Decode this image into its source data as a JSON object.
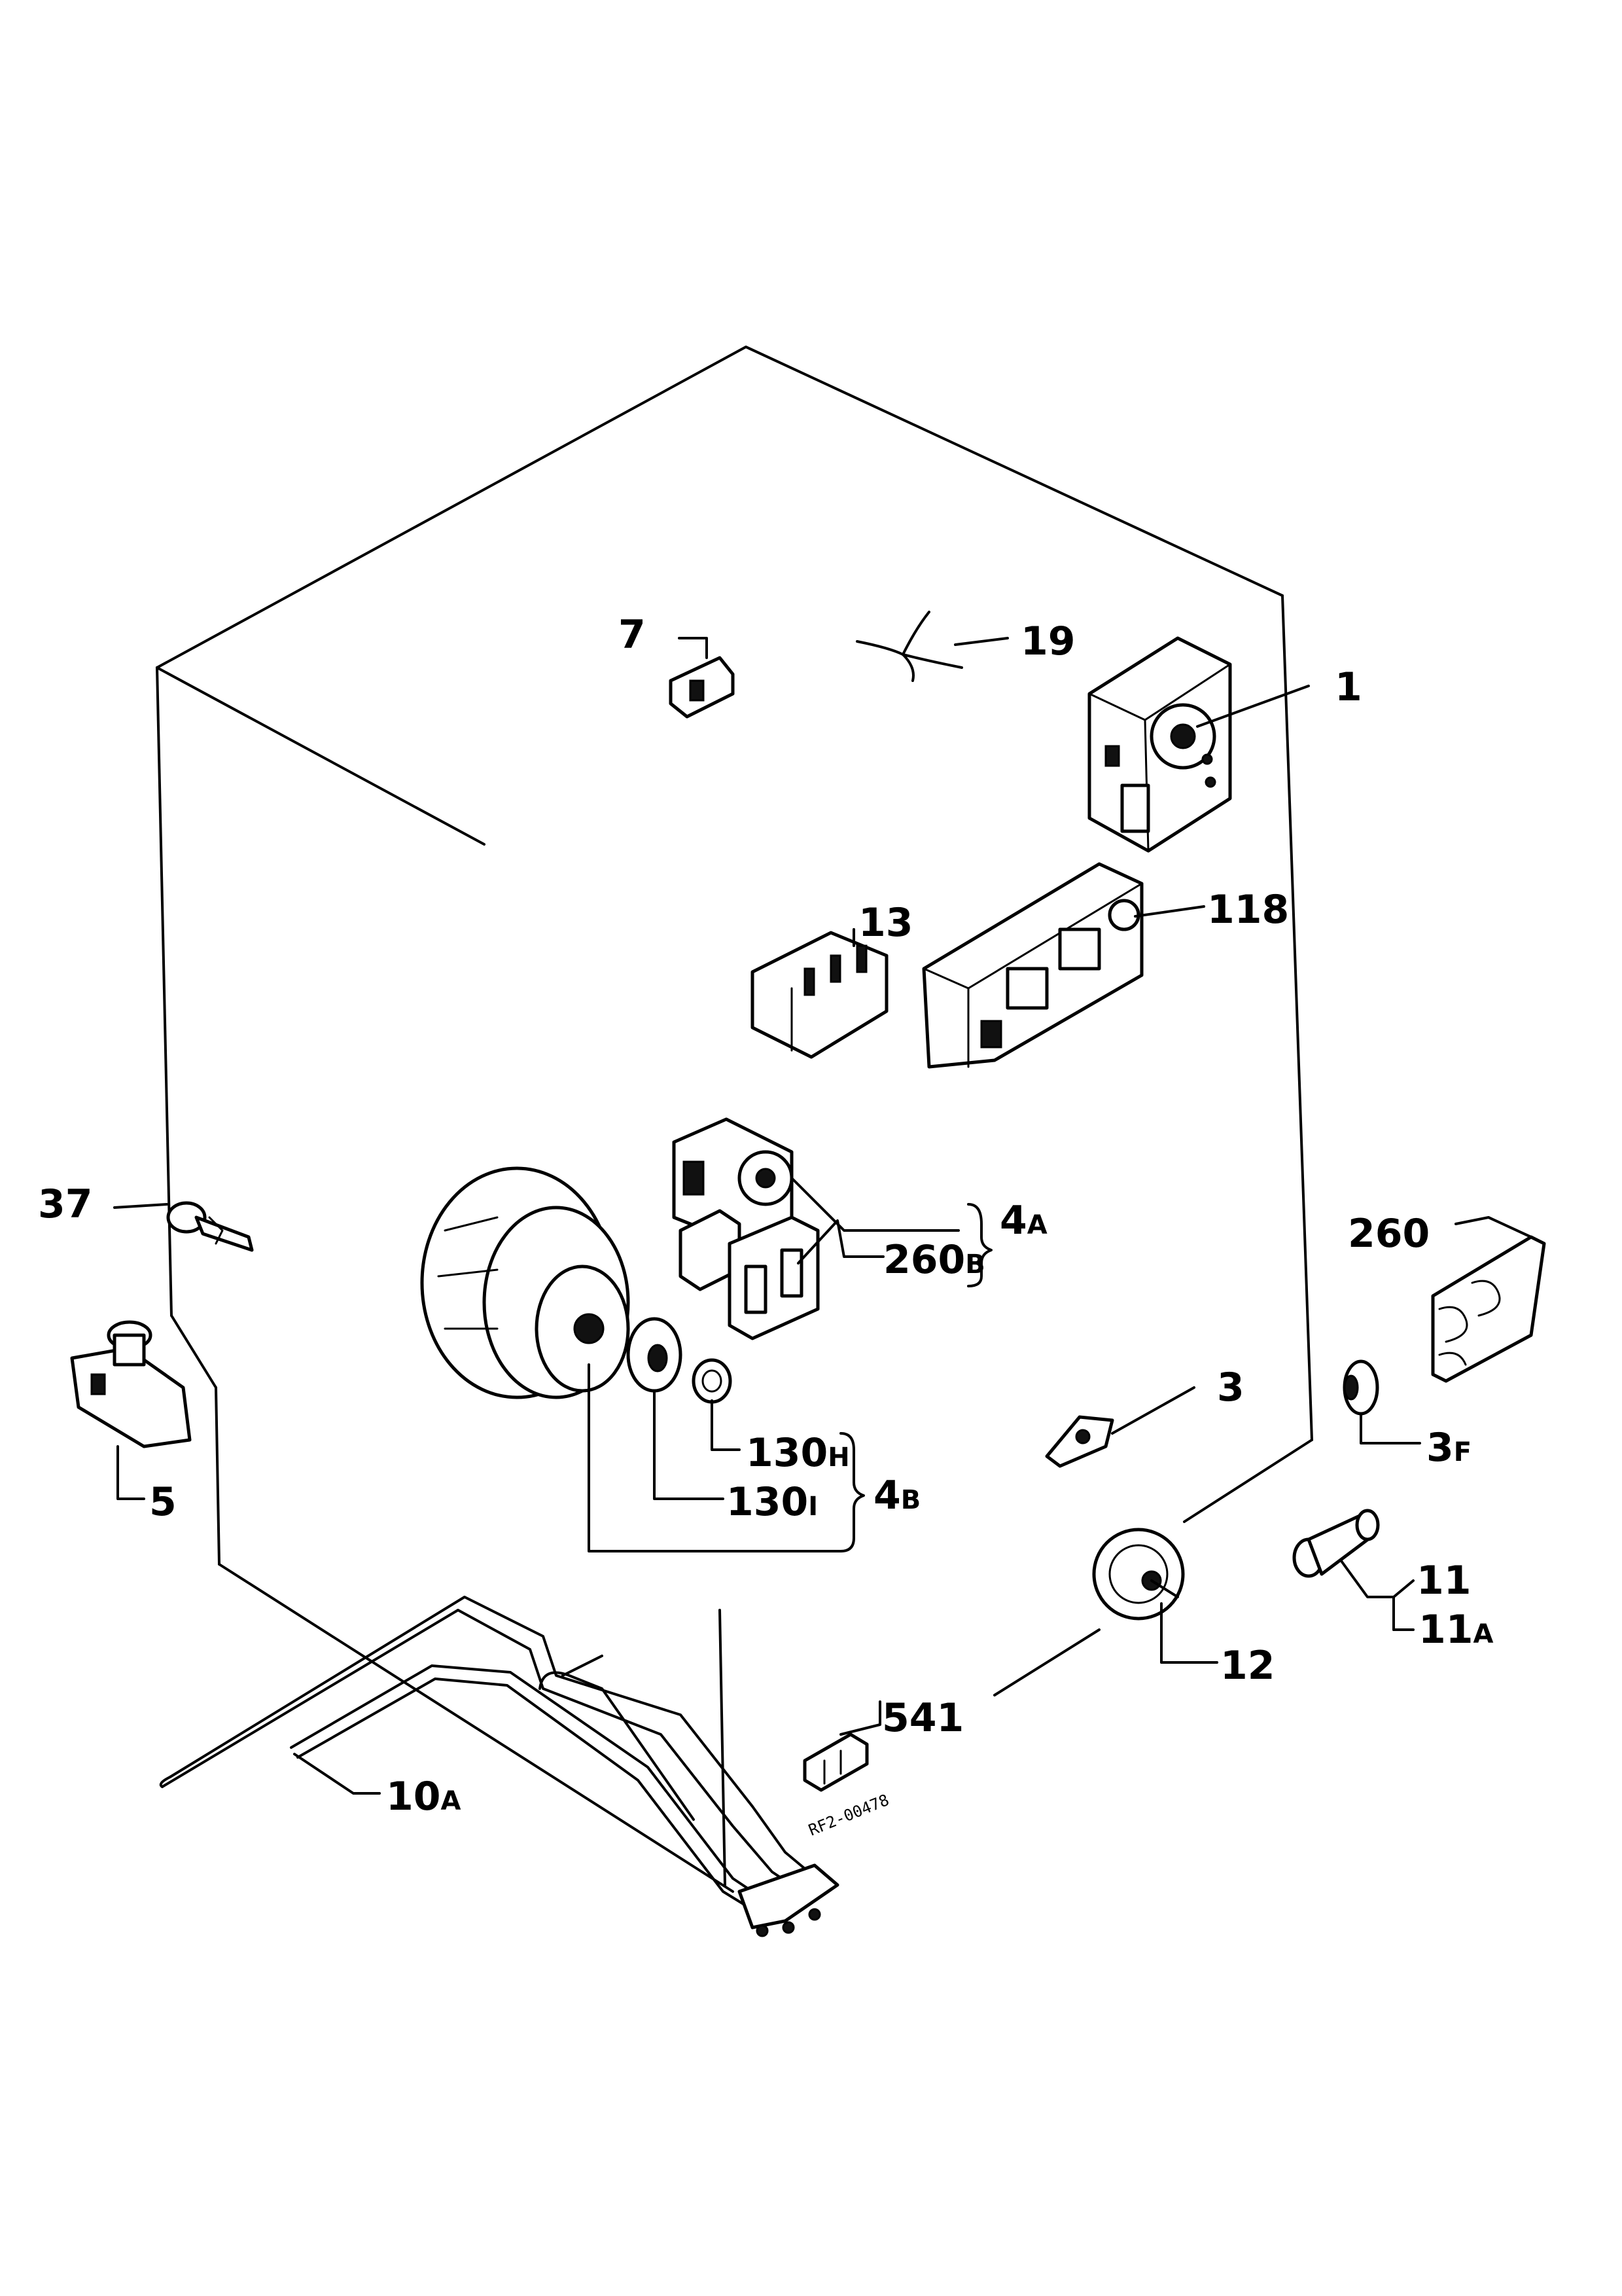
{
  "labels": {
    "p1": "1",
    "p3": "3",
    "p3f_main": "3",
    "p3f_sub": "F",
    "p4a_main": "4",
    "p4a_sub": "A",
    "p4b_main": "4",
    "p4b_sub": "B",
    "p5": "5",
    "p7": "7",
    "p10a_main": "10",
    "p10a_sub": "A",
    "p11": "11",
    "p11a_main": "11",
    "p11a_sub": "A",
    "p12": "12",
    "p13": "13",
    "p19": "19",
    "p37": "37",
    "p118": "118",
    "p130h_main": "130",
    "p130h_sub": "H",
    "p130i_main": "130",
    "p130i_sub": "I",
    "p260": "260",
    "p260b_main": "260",
    "p260b_sub": "B",
    "p541": "541"
  },
  "drawing_code": "RF2-00478"
}
